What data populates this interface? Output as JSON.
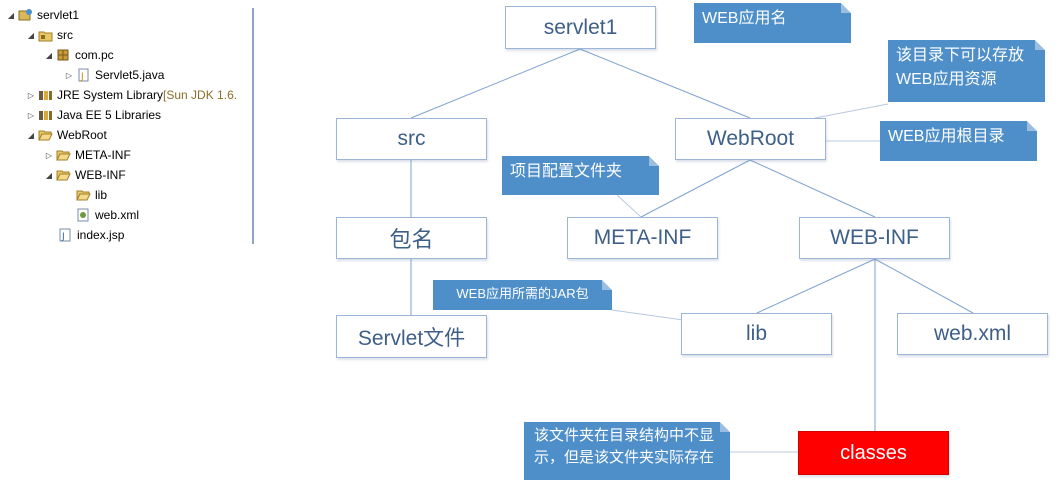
{
  "tree": {
    "items": [
      {
        "label": "servlet1",
        "suffix": ""
      },
      {
        "label": "src",
        "suffix": ""
      },
      {
        "label": "com.pc",
        "suffix": ""
      },
      {
        "label": "Servlet5.java",
        "suffix": ""
      },
      {
        "label": "JRE System Library ",
        "suffix": "[Sun JDK 1.6."
      },
      {
        "label": "Java EE 5 Libraries",
        "suffix": ""
      },
      {
        "label": "WebRoot",
        "suffix": ""
      },
      {
        "label": "META-INF",
        "suffix": ""
      },
      {
        "label": "WEB-INF",
        "suffix": ""
      },
      {
        "label": "lib",
        "suffix": ""
      },
      {
        "label": "web.xml",
        "suffix": ""
      },
      {
        "label": "index.jsp",
        "suffix": ""
      }
    ]
  },
  "diagram": {
    "nodes": {
      "servlet1": "servlet1",
      "src": "src",
      "webroot": "WebRoot",
      "package": "包名",
      "metainf": "META-INF",
      "webinf": "WEB-INF",
      "servlet_file": "Servlet文件",
      "lib": "lib",
      "webxml": "web.xml",
      "classes": "classes"
    },
    "callouts": {
      "web_app_name": "WEB应用名",
      "resource_dir": "该目录下可以存放WEB应用资源",
      "root_dir": "WEB应用根目录",
      "project_config": "项目配置文件夹",
      "jar_pkg": "WEB应用所需的JAR包",
      "hidden_folder": "该文件夹在目录结构中不显示，但是该文件夹实际存在"
    },
    "colors": {
      "node_border": "#9db6d8",
      "node_text": "#3e5f88",
      "callout_bg": "#4f8fc9",
      "classes_bg": "#ff0000",
      "connector": "#7fa3cf"
    }
  }
}
